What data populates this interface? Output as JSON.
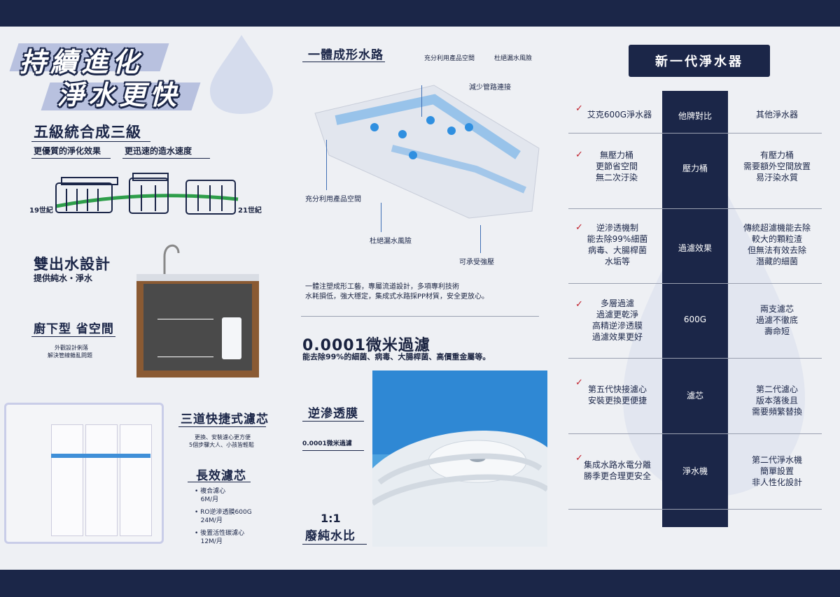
{
  "header": {
    "title_line1": "持續進化",
    "title_line2": "淨水更快"
  },
  "stages": {
    "title": "五級統合成三級",
    "sub1": "更優質的淨化效果",
    "sub2": "更迅速的造水速度",
    "left_label": "19世紀",
    "right_label": "21世紀"
  },
  "dual": {
    "title": "雙出水設計",
    "sub": "提供純水・淨水"
  },
  "under": {
    "title": "廚下型 省空間",
    "desc1": "外觀設計俐落",
    "desc2": "解決管線雜亂問題"
  },
  "filters": {
    "title": "三道快捷式濾芯",
    "desc1": "更換、安裝濾心更方便",
    "desc2": "5個步驟大人、小孩皆輕鬆",
    "life_title": "長效濾芯",
    "items": [
      {
        "name": "複合濾心",
        "life": "6M/月"
      },
      {
        "name": "RO逆滲透膜600G",
        "life": "24M/月"
      },
      {
        "name": "後置活性碳濾心",
        "life": "12M/月"
      }
    ]
  },
  "waterway": {
    "title": "一體成形水路",
    "top_note1": "充分利用產品空間",
    "top_note2": "杜絕漏水風險",
    "callout_reduce": "減少管路連接",
    "callout_space": "充分利用產品空間",
    "callout_leak": "杜絕漏水風險",
    "callout_pressure": "可承受強壓",
    "desc1": "一體注塑成形工藝，專屬流道設計，多項專利技術",
    "desc2": "水耗損低，強大穩定，集成式水路採PP材質，安全更放心。"
  },
  "micro": {
    "title": "0.0001微米過濾",
    "sub": "能去除99%的細菌、病毒、大腸桿菌、高價重金屬等。",
    "ro_title": "逆滲透膜",
    "ro_sub": "0.0001微米過濾",
    "ratio_num": "1:1",
    "ratio_label": "廢純水比"
  },
  "compare": {
    "title": "新一代淨水器",
    "head_left": "艾克600G淨水器",
    "head_mid": "他牌對比",
    "head_right": "其他淨水器",
    "rows": [
      {
        "left": [
          "無壓力桶",
          "更節省空間",
          "無二次汙染"
        ],
        "mid": "壓力桶",
        "right": [
          "有壓力桶",
          "需要額外空間放置",
          "易汙染水質"
        ]
      },
      {
        "left": [
          "逆滲透機制",
          "能去除99%細菌",
          "病毒、大腸桿菌",
          "水垢等"
        ],
        "mid": "過濾效果",
        "right": [
          "傳統超濾機能去除",
          "較大的顆粒渣",
          "但無法有效去除",
          "潛藏的細菌"
        ]
      },
      {
        "left": [
          "多層過濾",
          "過濾更乾淨",
          "高精逆滲透膜",
          "過濾效果更好"
        ],
        "mid": "600G",
        "right": [
          "兩支濾芯",
          "過濾不徹底",
          "壽命短"
        ]
      },
      {
        "left": [
          "第五代快接濾心",
          "安裝更換更便捷"
        ],
        "mid": "濾芯",
        "right": [
          "第二代濾心",
          "版本落後且",
          "需要頻繁替換"
        ]
      },
      {
        "left": [
          "集成水路水電分離",
          "勝季更合理更安全"
        ],
        "mid": "淨水機",
        "right": [
          "第二代淨水機",
          "簡單設置",
          "非人性化設計"
        ]
      }
    ]
  },
  "colors": {
    "navy": "#1b2648",
    "accent_red": "#c0202b",
    "water_blue": "#3f8fd8"
  }
}
